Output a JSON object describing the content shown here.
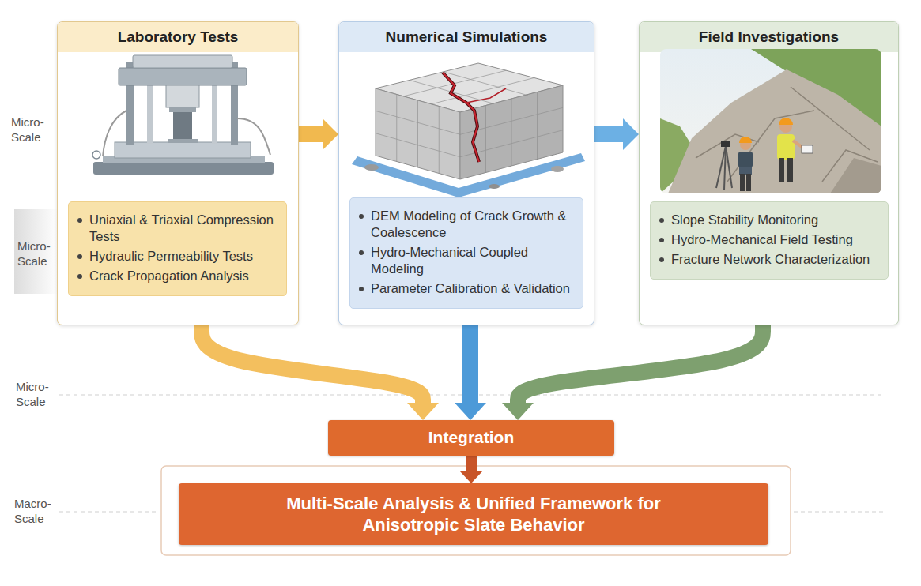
{
  "diagram": {
    "nodes": [
      {
        "text": [
          "Laboratory Tests"
        ]
      },
      {
        "text": [
          "Uniaxial & Triaxial Compression Tests",
          "Hydraulic Permeability Tests",
          "Crack Propagation Analysis"
        ],
        "in": 0
      },
      {
        "text": [
          "Numerical Simulations"
        ]
      },
      {
        "text": [
          "DEM Modeling of Crack Growth & Coalescence",
          "Hydro-Mechanical Coupled Modeling",
          "Parameter Calibration & Validation"
        ],
        "in": 2
      },
      {
        "text": [
          "Field Investigations"
        ]
      },
      {
        "text": [
          "Slope Stability Monitoring",
          "Hydro-Mechanical Field Testing",
          "Fracture Network Characterization"
        ],
        "in": 4
      },
      {
        "text": [
          "Integration"
        ]
      },
      {
        "text": [
          "Multi-Scale Analysis & Unified Framework for Anisotropic Slate Behavior"
        ]
      }
    ],
    "edges": [
      {
        "from": 0,
        "to": 2,
        "arrow": "to"
      },
      {
        "from": 2,
        "to": 4,
        "arrow": "to"
      },
      {
        "from": 0,
        "to": 6,
        "arrow": "to"
      },
      {
        "from": 2,
        "to": 6,
        "arrow": "to"
      },
      {
        "from": 4,
        "to": 6,
        "arrow": "to"
      },
      {
        "from": 6,
        "to": 7,
        "arrow": "to"
      }
    ],
    "labels": [
      "Micro-Scale",
      "Micro-Scale",
      "Micro-Scale",
      "Macro-Scale"
    ]
  }
}
